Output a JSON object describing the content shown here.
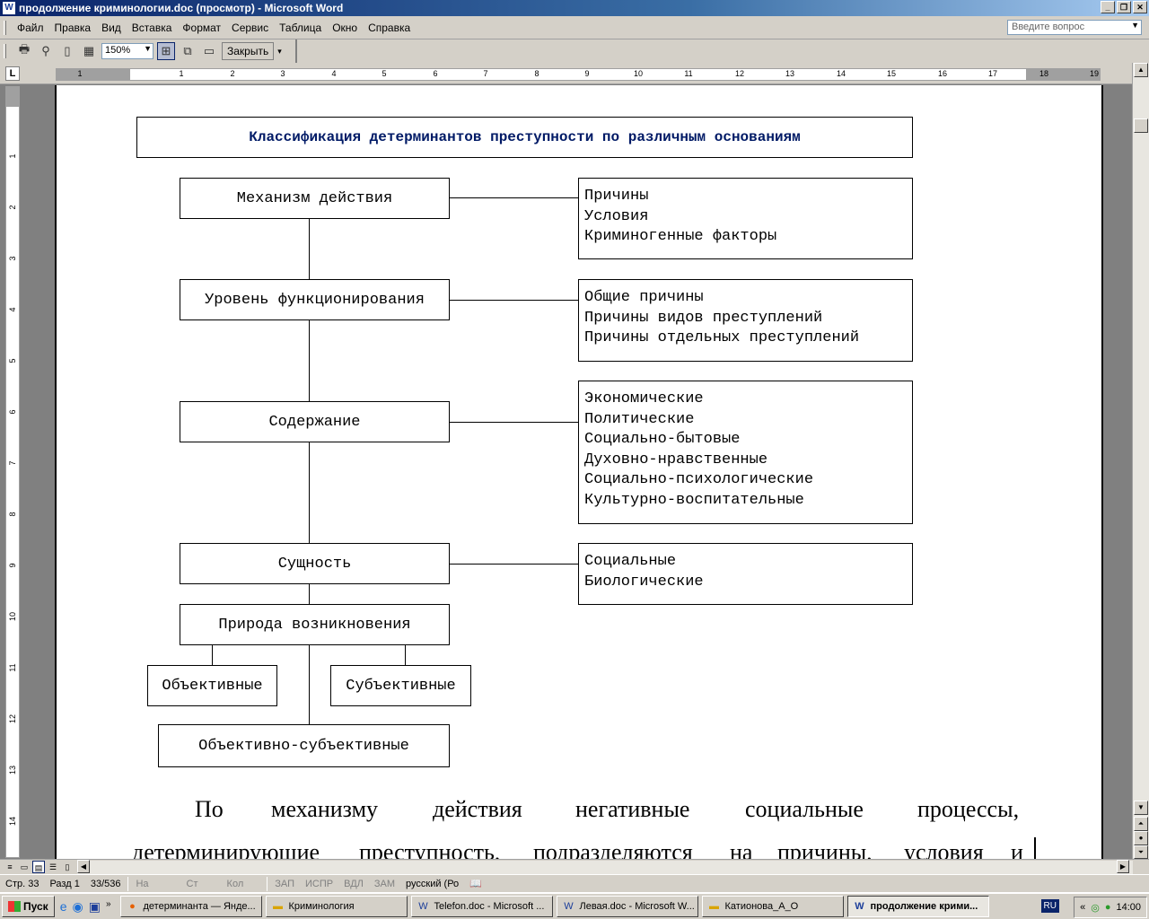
{
  "window": {
    "title": "продолжение криминологии.doc (просмотр) - Microsoft Word",
    "minimize_label": "_",
    "restore_label": "❐",
    "close_label": "✕"
  },
  "menu": {
    "items": [
      "Файл",
      "Правка",
      "Вид",
      "Вставка",
      "Формат",
      "Сервис",
      "Таблица",
      "Окно",
      "Справка"
    ],
    "ask_placeholder": "Введите вопрос"
  },
  "toolbar": {
    "zoom": "150%",
    "close_label": "Закрыть"
  },
  "ruler": {
    "tab_selector": "L",
    "h_numbers": [
      "1",
      "1",
      "2",
      "3",
      "4",
      "5",
      "6",
      "7",
      "8",
      "9",
      "10",
      "11",
      "12",
      "13",
      "14",
      "15",
      "16",
      "17",
      "18",
      "19"
    ],
    "v_numbers": [
      "1",
      "2",
      "3",
      "4",
      "5",
      "6",
      "7",
      "8",
      "9",
      "10",
      "11",
      "12",
      "13",
      "14"
    ]
  },
  "diagram": {
    "title": "Классификация детерминантов преступности по различным основаниям",
    "mechanism": {
      "label": "Механизм действия",
      "items": [
        "Причины",
        "Условия",
        "Криминогенные факторы"
      ]
    },
    "level": {
      "label": "Уровень функционирования",
      "items": [
        "Общие причины",
        "Причины видов преступлений",
        "Причины отдельных преступлений"
      ]
    },
    "content": {
      "label": "Содержание",
      "items": [
        "Экономические",
        "Политические",
        "Социально-бытовые",
        "Духовно-нравственные",
        "Социально-психологические",
        "Культурно-воспитательные"
      ]
    },
    "essence": {
      "label": "Сущность",
      "items": [
        "Социальные",
        "Биологические"
      ]
    },
    "origin": {
      "label": "Природа возникновения",
      "objective": "Объективные",
      "subjective": "Субъективные",
      "mixed": "Объективно-субъективные"
    }
  },
  "body": {
    "line1_words": [
      "По",
      "механизму",
      "действия",
      "негативные",
      "социальные",
      "процессы,"
    ],
    "line2_words": [
      "детерминирующие",
      "преступность,",
      "подразделяются",
      "на",
      "причины,",
      "условия",
      "и"
    ]
  },
  "status": {
    "page": "Стр. 33",
    "section": "Разд 1",
    "pages": "33/536",
    "at": "На",
    "line": "Ст",
    "column": "Кол",
    "rec": "ЗАП",
    "trk": "ИСПР",
    "ext": "ВДЛ",
    "ovr": "ЗАМ",
    "language": "русский (Ро"
  },
  "taskbar": {
    "start_label": "Пуск",
    "tasks": [
      {
        "icon": "firefox-icon",
        "label": "детерминанта — Янде..."
      },
      {
        "icon": "folder-icon",
        "label": "Криминология"
      },
      {
        "icon": "word-doc-icon",
        "label": "Telefon.doc - Microsoft ..."
      },
      {
        "icon": "word-doc-icon",
        "label": "Левая.doc - Microsoft W..."
      },
      {
        "icon": "folder-icon",
        "label": "Катионова_А_О"
      },
      {
        "icon": "word-doc-icon",
        "label": "продолжение крими..."
      }
    ],
    "lang": "RU",
    "clock": "14:00",
    "chevron": "«"
  },
  "colors": {
    "title_gradient_start": "#0a246a",
    "diagram_title": "#001a66",
    "chrome": "#d4d0c8"
  }
}
